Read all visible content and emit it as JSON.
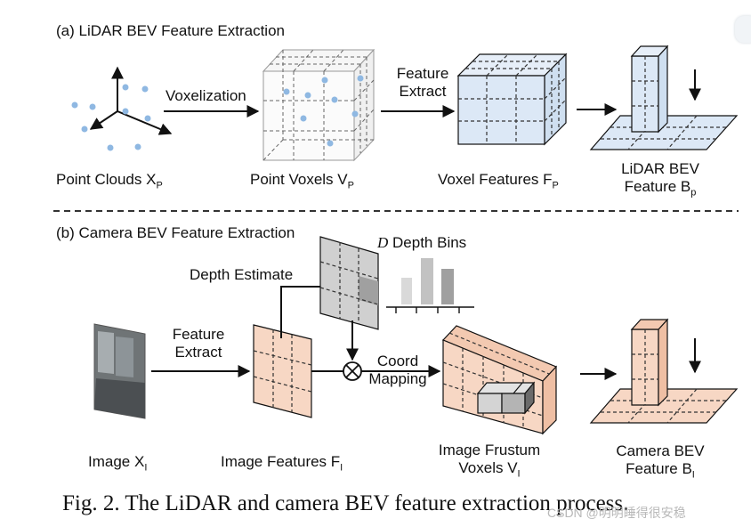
{
  "section_a": {
    "title": "(a) LiDAR BEV Feature Extraction",
    "point_clouds": "Point Clouds X",
    "point_clouds_sub": "P",
    "voxelization": "Voxelization",
    "point_voxels": "Point Voxels V",
    "point_voxels_sub": "P",
    "feature_extract_1": "Feature",
    "feature_extract_2": "Extract",
    "voxel_features": "Voxel Features F",
    "voxel_features_sub": "P",
    "lidar_bev_1": "LiDAR BEV",
    "lidar_bev_2": "Feature B",
    "lidar_bev_sub": "p"
  },
  "section_b": {
    "title": "(b) Camera BEV Feature Extraction",
    "depth_bins": "Depth Bins",
    "depth_bins_var": "D",
    "depth_estimate": "Depth Estimate",
    "feature_extract_1": "Feature",
    "feature_extract_2": "Extract",
    "coord_1": "Coord",
    "coord_2": "Mapping",
    "image": "Image X",
    "image_sub": "I",
    "image_features": "Image Features F",
    "image_features_sub": "I",
    "frustum_1": "Image Frustum",
    "frustum_2": "Voxels V",
    "frustum_sub": "I",
    "camera_bev_1": "Camera BEV",
    "camera_bev_2": "Feature B",
    "camera_bev_sub": "I"
  },
  "caption": "Fig. 2.   The LiDAR and camera BEV feature extraction process.",
  "watermark": "CSDN @明明睡得很安稳",
  "colors": {
    "point": "#8fb8e2",
    "blue_fill": "#dce8f6",
    "orange_fill": "#f7d7c4",
    "grey_fill": "#d0d0d0"
  }
}
